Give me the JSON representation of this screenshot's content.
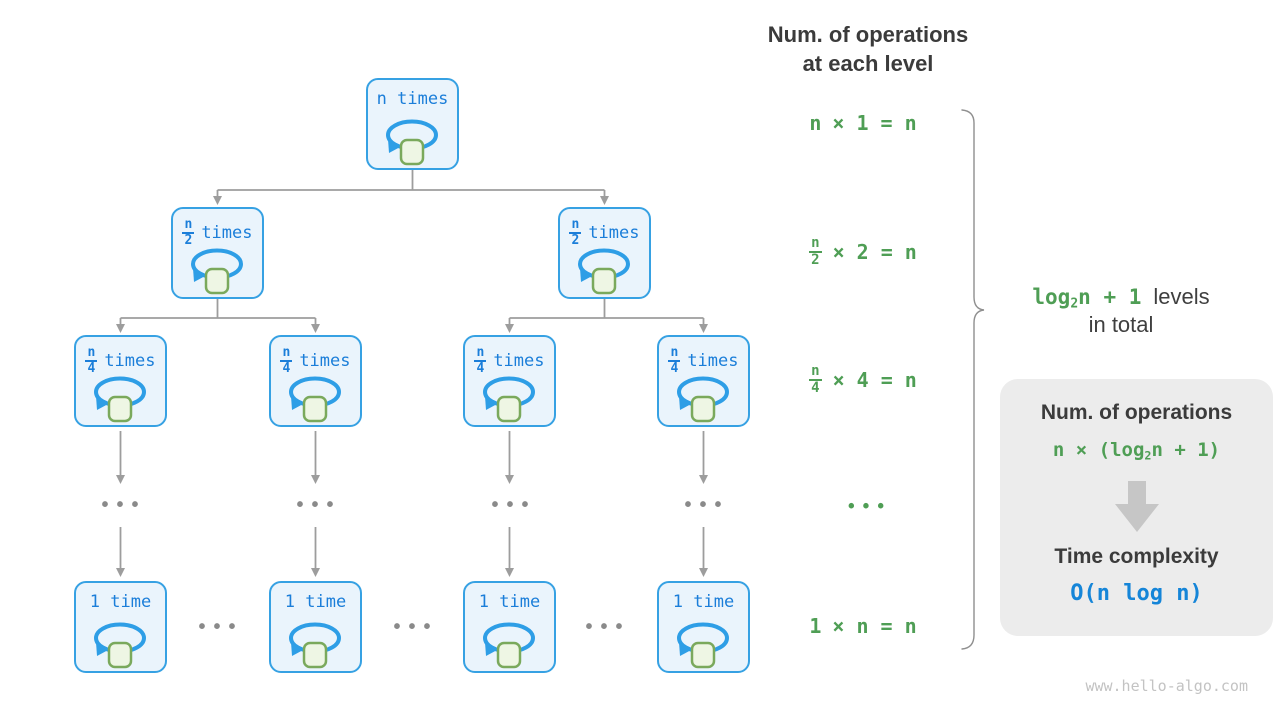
{
  "header": {
    "line1": "Num. of operations",
    "line2": "at each level"
  },
  "tree": {
    "root_label": "n times",
    "half": {
      "num": "n",
      "den": "2",
      "suffix": "times"
    },
    "quarter": {
      "num": "n",
      "den": "4",
      "suffix": "times"
    },
    "leaf_label": "1 time",
    "dots": "•••"
  },
  "operations": {
    "row1": {
      "lead": "n",
      "rest": "× 1 = n"
    },
    "row2": {
      "num": "n",
      "den": "2",
      "rest": "× 2 = n"
    },
    "row3": {
      "num": "n",
      "den": "4",
      "rest": "× 4 = n"
    },
    "dots": "•••",
    "row4": {
      "lead": "1",
      "rest": "× n = n"
    }
  },
  "brace_label": {
    "green_pre": "log",
    "green_sub": "2",
    "green_post": "n + 1",
    "dark_line1": "levels",
    "dark_line2": "in total"
  },
  "panel": {
    "title1": "Num. of operations",
    "formula1_pre": "n × (log",
    "formula1_sub": "2",
    "formula1_post": "n + 1)",
    "title2": "Time complexity",
    "formula2": "O(n log n)"
  },
  "watermark": "www.hello-algo.com",
  "colors": {
    "node_border": "#36a1e3",
    "node_fill": "#eaf4fc",
    "node_text": "#1b7ed9",
    "loop_blue": "#2e9ee6",
    "square_fill": "#eef6e4",
    "square_border": "#7aa95c",
    "connector_gray": "#9d9d9d",
    "formula_green": "#4f9e55",
    "formula_blue": "#1585d8",
    "heading_dark": "#3b3b3b",
    "panel_fill": "#ececec",
    "panel_arrow": "#c6c6c6",
    "watermark_gray": "#c3c3c3"
  }
}
